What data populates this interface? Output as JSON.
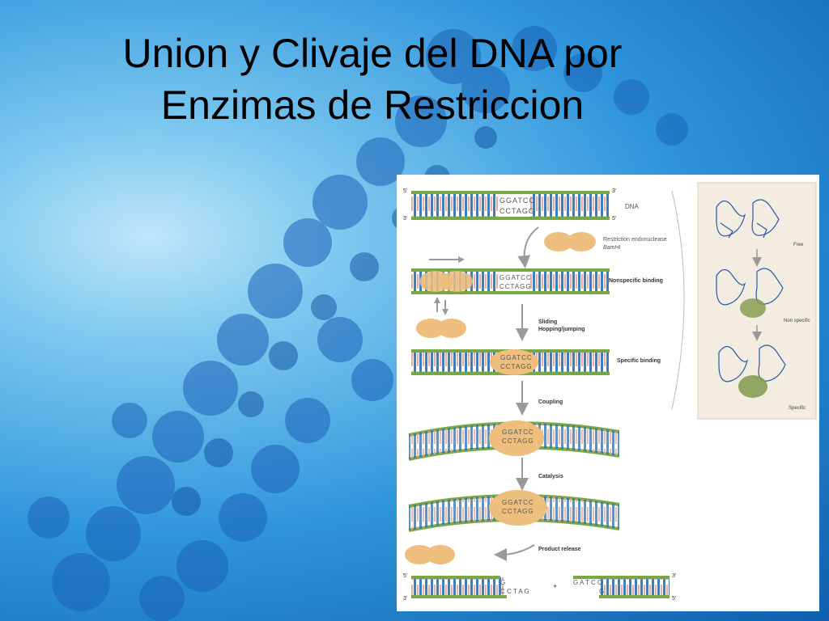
{
  "slide": {
    "title_line1": "Union y Clivaje del DNA por",
    "title_line2": "Enzimas de Restriccion"
  },
  "figure": {
    "strand_labels": {
      "five": "5'",
      "three": "3'"
    },
    "dna_label": "DNA",
    "site_top": [
      "G",
      "G",
      "A",
      "T",
      "C",
      "C"
    ],
    "site_bottom": [
      "C",
      "C",
      "T",
      "A",
      "G",
      "G"
    ],
    "enzyme_label_line1": "Restriction endonuclease",
    "enzyme_label_line2": "BamHI",
    "steps": {
      "nonspecific": "Nonspecific binding",
      "sliding": "Sliding",
      "hopping": "Hopping/jumping",
      "specific": "Specific binding",
      "coupling": "Coupling",
      "catalysis": "Catalysis",
      "release": "Product release"
    },
    "product_left_top": "G",
    "product_left_bottom": "C C T A G",
    "product_right_top": "G A T C C",
    "product_right_bottom": "G",
    "plus": "+",
    "structure_labels": {
      "free": "Free",
      "nonspecific": "Non specific",
      "specific": "Specific"
    }
  },
  "colors": {
    "strand_green": "#78a843",
    "rung_blue": "#2a6fb5",
    "rung_pink": "#e6a39a",
    "enzyme": "#edbe7d",
    "arrow_gray": "#9a9a9a",
    "panel_bg": "#f3ece1"
  }
}
